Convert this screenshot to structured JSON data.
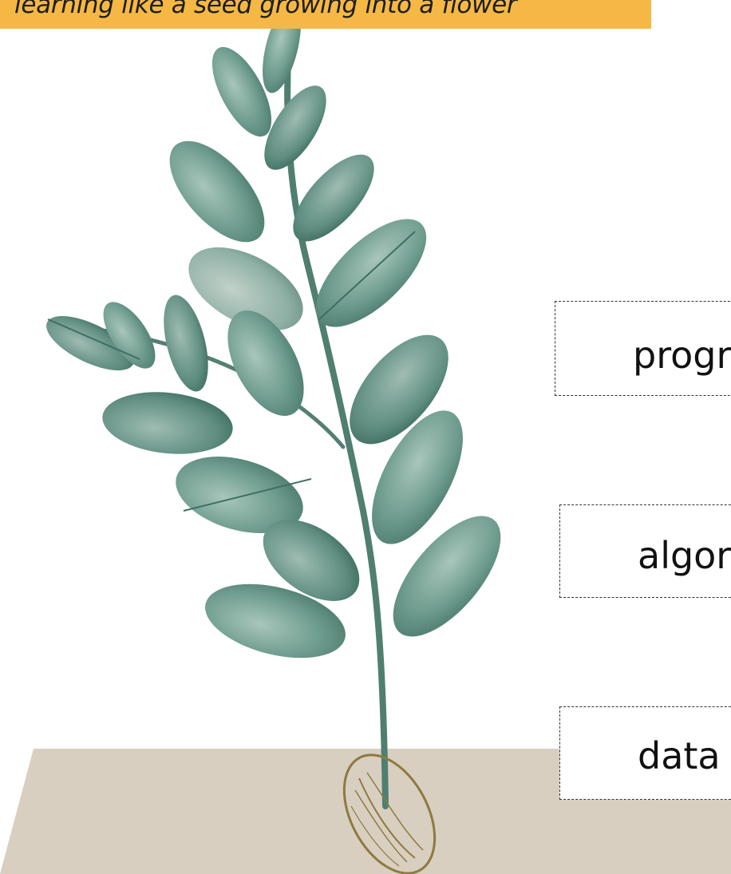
{
  "banner": {
    "text": "learning like a seed growing into a flower",
    "color": "#f5b844"
  },
  "labels": {
    "programming": "progr",
    "algorithms": "algor",
    "data": "data"
  },
  "colors": {
    "ground": "#d8cfc0",
    "leaf": "#6b998a",
    "leaf_dark": "#3f6e62",
    "stem": "#4f7f70",
    "seed": "#8d7a3f"
  },
  "icons": {
    "plant": "watercolor-plant-icon",
    "seed": "seed-icon"
  }
}
